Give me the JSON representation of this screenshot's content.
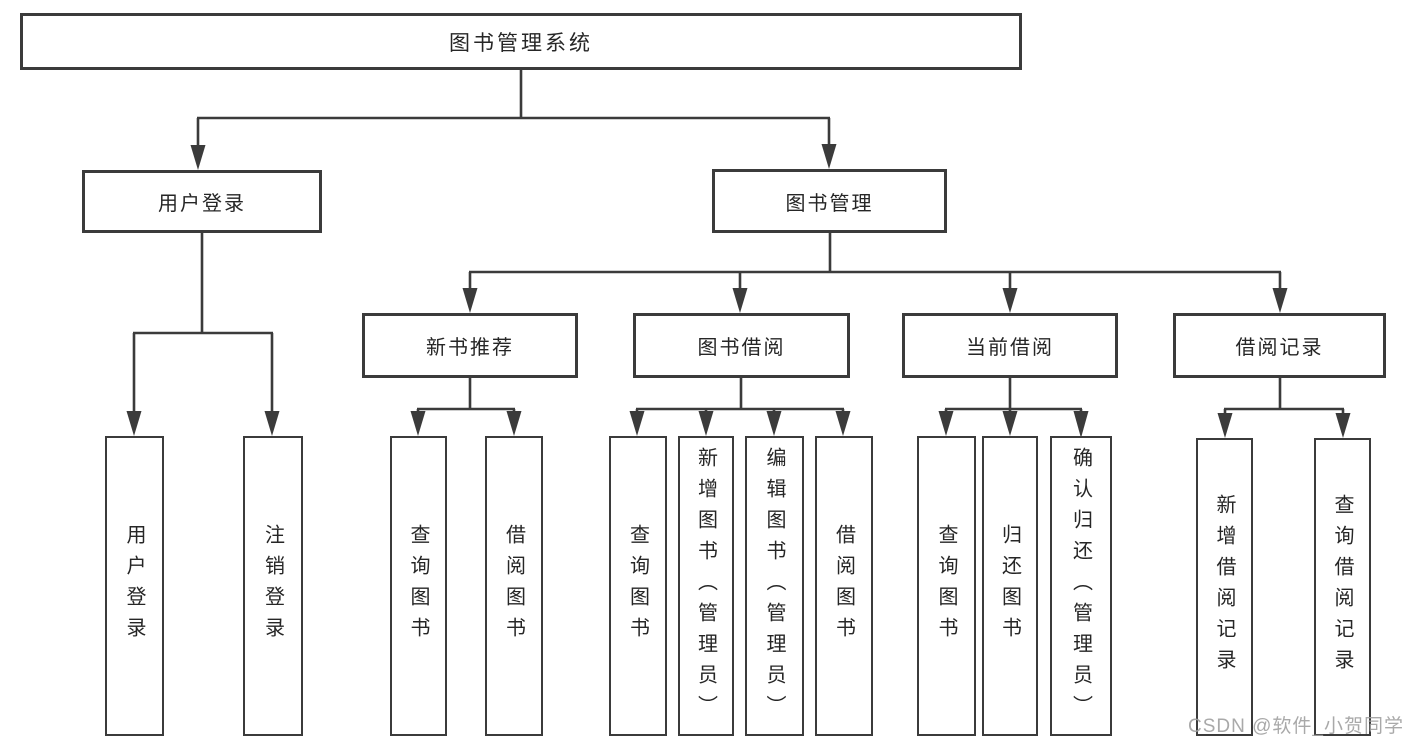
{
  "tree": {
    "root": {
      "label": "图书管理系统",
      "children": [
        {
          "label": "用户登录",
          "children": [
            {
              "label": "用户登录"
            },
            {
              "label": "注销登录"
            }
          ]
        },
        {
          "label": "图书管理",
          "children": [
            {
              "label": "新书推荐",
              "children": [
                {
                  "label": "查询图书"
                },
                {
                  "label": "借阅图书"
                }
              ]
            },
            {
              "label": "图书借阅",
              "children": [
                {
                  "label": "查询图书"
                },
                {
                  "label": "新增图书（管理员）"
                },
                {
                  "label": "编辑图书（管理员）"
                },
                {
                  "label": "借阅图书"
                }
              ]
            },
            {
              "label": "当前借阅",
              "children": [
                {
                  "label": "查询图书"
                },
                {
                  "label": "归还图书"
                },
                {
                  "label": "确认归还（管理员）"
                }
              ]
            },
            {
              "label": "借阅记录",
              "children": [
                {
                  "label": "新增借阅记录"
                },
                {
                  "label": "查询借阅记录"
                }
              ]
            }
          ]
        }
      ]
    }
  },
  "watermark": {
    "text": "CSDN @软件_小贺同学"
  },
  "colors": {
    "line": "#3b3b3b",
    "box_border": "#3b3b3b",
    "box_background": "#ffffff",
    "text": "#262626",
    "watermark_text": "#a0a0a0",
    "page_background": "#ffffff"
  }
}
